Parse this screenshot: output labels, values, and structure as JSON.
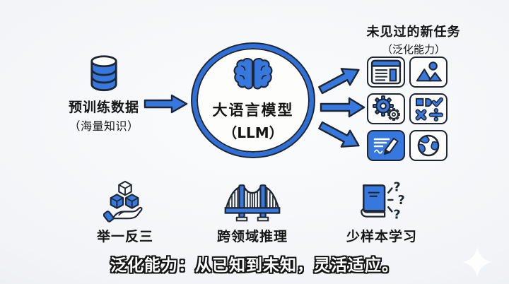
{
  "colors": {
    "primary_blue": "#3678dd",
    "circle_blue": "#2f6fd8",
    "outline_dark": "#1e2633",
    "text_black": "#151515",
    "background_light": "#f2f4f7",
    "caption_fill": "#ffffff"
  },
  "pretraining": {
    "icon": "database-icon",
    "label": "预训练数据",
    "sublabel": "（海量知识）"
  },
  "model": {
    "icon": "brain-icon",
    "label": "大语言模型",
    "sublabel": "（LLM）"
  },
  "new_tasks": {
    "title": "未见过的新任务",
    "subtitle": "（泛化能力）",
    "task_icons": [
      "webpage-icon",
      "image-icon",
      "gears-icon",
      "math-symbols-icon",
      "writing-icon",
      "globe-icon"
    ]
  },
  "capabilities": [
    {
      "icon": "hand-cubes-icon",
      "label": "举一反三"
    },
    {
      "icon": "bridge-icon",
      "label": "跨领域推理"
    },
    {
      "icon": "book-question-icon",
      "label": "少样本学习"
    }
  ],
  "caption": "泛化能力：从已知到未知，灵活适应。",
  "watermark": {
    "icon": "sparkle-icon"
  }
}
